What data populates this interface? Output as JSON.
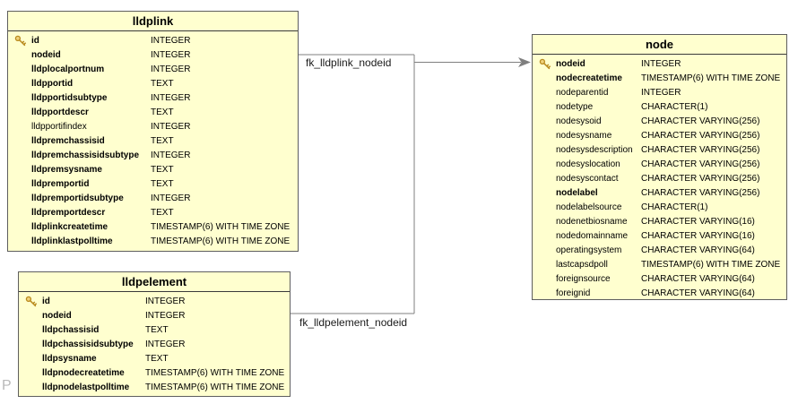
{
  "diagram": {
    "watermark": "P",
    "colors": {
      "table_fill": "#ffffcf",
      "table_border": "#5e5e5e",
      "header_separator": "#3a3a3a",
      "connector": "#7f7f7f",
      "key_icon_gold": "#b98a1e",
      "key_icon_fill": "#f0d27a",
      "watermark_gray": "#b9b9b9"
    },
    "icons": {
      "primary_key": "key-icon",
      "relationship_end": "arrowhead-right-icon"
    },
    "tables": [
      {
        "name": "lldplink",
        "columns": [
          {
            "name": "id",
            "type": "INTEGER",
            "key": true,
            "bold": true
          },
          {
            "name": "nodeid",
            "type": "INTEGER",
            "key": false,
            "bold": true
          },
          {
            "name": "lldplocalportnum",
            "type": "INTEGER",
            "key": false,
            "bold": true
          },
          {
            "name": "lldpportid",
            "type": "TEXT",
            "key": false,
            "bold": true
          },
          {
            "name": "lldpportidsubtype",
            "type": "INTEGER",
            "key": false,
            "bold": true
          },
          {
            "name": "lldpportdescr",
            "type": "TEXT",
            "key": false,
            "bold": true
          },
          {
            "name": "lldpportifindex",
            "type": "INTEGER",
            "key": false,
            "bold": false
          },
          {
            "name": "lldpremchassisid",
            "type": "TEXT",
            "key": false,
            "bold": true
          },
          {
            "name": "lldpremchassisidsubtype",
            "type": "INTEGER",
            "key": false,
            "bold": true
          },
          {
            "name": "lldpremsysname",
            "type": "TEXT",
            "key": false,
            "bold": true
          },
          {
            "name": "lldpremportid",
            "type": "TEXT",
            "key": false,
            "bold": true
          },
          {
            "name": "lldpremportidsubtype",
            "type": "INTEGER",
            "key": false,
            "bold": true
          },
          {
            "name": "lldpremportdescr",
            "type": "TEXT",
            "key": false,
            "bold": true
          },
          {
            "name": "lldplinkcreatetime",
            "type": "TIMESTAMP(6) WITH TIME ZONE",
            "key": false,
            "bold": true
          },
          {
            "name": "lldplinklastpolltime",
            "type": "TIMESTAMP(6) WITH TIME ZONE",
            "key": false,
            "bold": true
          }
        ]
      },
      {
        "name": "lldpelement",
        "columns": [
          {
            "name": "id",
            "type": "INTEGER",
            "key": true,
            "bold": true
          },
          {
            "name": "nodeid",
            "type": "INTEGER",
            "key": false,
            "bold": true
          },
          {
            "name": "lldpchassisid",
            "type": "TEXT",
            "key": false,
            "bold": true
          },
          {
            "name": "lldpchassisidsubtype",
            "type": "INTEGER",
            "key": false,
            "bold": true
          },
          {
            "name": "lldpsysname",
            "type": "TEXT",
            "key": false,
            "bold": true
          },
          {
            "name": "lldpnodecreatetime",
            "type": "TIMESTAMP(6) WITH TIME ZONE",
            "key": false,
            "bold": true
          },
          {
            "name": "lldpnodelastpolltime",
            "type": "TIMESTAMP(6) WITH TIME ZONE",
            "key": false,
            "bold": true
          }
        ]
      },
      {
        "name": "node",
        "columns": [
          {
            "name": "nodeid",
            "type": "INTEGER",
            "key": true,
            "bold": true
          },
          {
            "name": "nodecreatetime",
            "type": "TIMESTAMP(6) WITH TIME ZONE",
            "key": false,
            "bold": true
          },
          {
            "name": "nodeparentid",
            "type": "INTEGER",
            "key": false,
            "bold": false
          },
          {
            "name": "nodetype",
            "type": "CHARACTER(1)",
            "key": false,
            "bold": false
          },
          {
            "name": "nodesysoid",
            "type": "CHARACTER VARYING(256)",
            "key": false,
            "bold": false
          },
          {
            "name": "nodesysname",
            "type": "CHARACTER VARYING(256)",
            "key": false,
            "bold": false
          },
          {
            "name": "nodesysdescription",
            "type": "CHARACTER VARYING(256)",
            "key": false,
            "bold": false
          },
          {
            "name": "nodesyslocation",
            "type": "CHARACTER VARYING(256)",
            "key": false,
            "bold": false
          },
          {
            "name": "nodesyscontact",
            "type": "CHARACTER VARYING(256)",
            "key": false,
            "bold": false
          },
          {
            "name": "nodelabel",
            "type": "CHARACTER VARYING(256)",
            "key": false,
            "bold": true
          },
          {
            "name": "nodelabelsource",
            "type": "CHARACTER(1)",
            "key": false,
            "bold": false
          },
          {
            "name": "nodenetbiosname",
            "type": "CHARACTER VARYING(16)",
            "key": false,
            "bold": false
          },
          {
            "name": "nodedomainname",
            "type": "CHARACTER VARYING(16)",
            "key": false,
            "bold": false
          },
          {
            "name": "operatingsystem",
            "type": "CHARACTER VARYING(64)",
            "key": false,
            "bold": false
          },
          {
            "name": "lastcapsdpoll",
            "type": "TIMESTAMP(6) WITH TIME ZONE",
            "key": false,
            "bold": false
          },
          {
            "name": "foreignsource",
            "type": "CHARACTER VARYING(64)",
            "key": false,
            "bold": false
          },
          {
            "name": "foreignid",
            "type": "CHARACTER VARYING(64)",
            "key": false,
            "bold": false
          }
        ]
      }
    ],
    "relationships": [
      {
        "label": "fk_lldplink_nodeid",
        "from": "lldplink.nodeid",
        "to": "node.nodeid"
      },
      {
        "label": "fk_lldpelement_nodeid",
        "from": "lldpelement.nodeid",
        "to": "node.nodeid"
      }
    ]
  }
}
